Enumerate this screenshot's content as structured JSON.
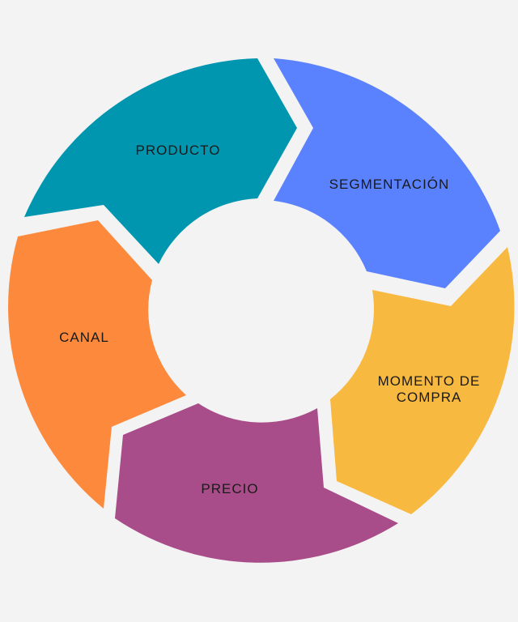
{
  "diagram": {
    "background": "#f3f3f3",
    "center_color": "#f3f3f3",
    "segments": [
      {
        "id": "producto",
        "label": "PRODUCTO",
        "color": "#0096b0"
      },
      {
        "id": "segmentacion",
        "label": "SEGMENTACIÓN",
        "color": "#5b82fe"
      },
      {
        "id": "momento-compra",
        "label_line1": "MOMENTO DE",
        "label_line2": "COMPRA",
        "color": "#f8b940"
      },
      {
        "id": "precio",
        "label": "PRECIO",
        "color": "#a84d89"
      },
      {
        "id": "canal",
        "label": "CANAL",
        "color": "#fd8a3c"
      }
    ]
  }
}
